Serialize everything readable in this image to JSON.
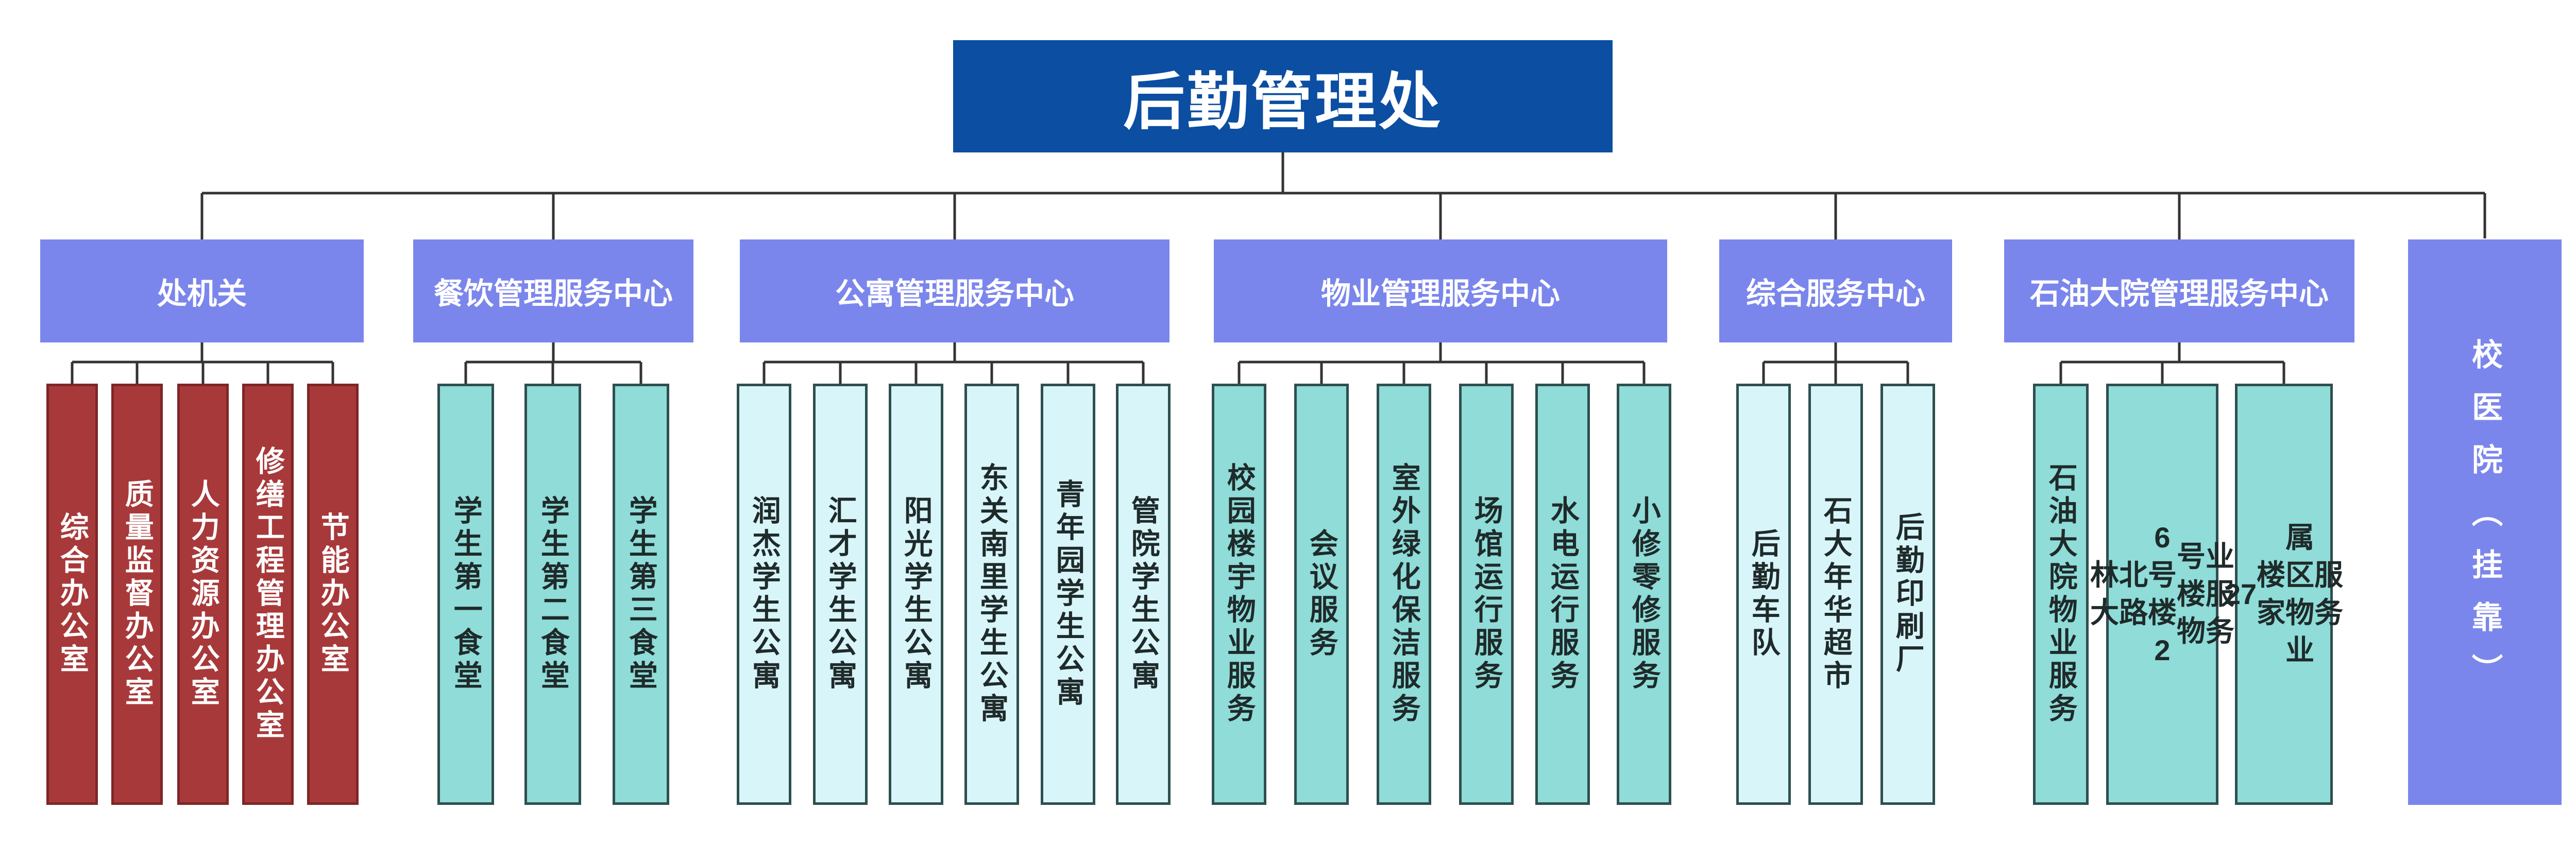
{
  "title": "后勤管理处",
  "departments": [
    {
      "name": "处机关",
      "style": "red",
      "units": [
        "综合办公室",
        "质量监督办公室",
        "人力资源办公室",
        "修缮工程管理办公室",
        "节能办公室"
      ]
    },
    {
      "name": "餐饮管理服务中心",
      "style": "teal",
      "units": [
        "学生第一食堂",
        "学生第二食堂",
        "学生第三食堂"
      ]
    },
    {
      "name": "公寓管理服务中心",
      "style": "pale",
      "units": [
        "润杰学生公寓",
        "汇才学生公寓",
        "阳光学生公寓",
        "东关南里学生公寓",
        "青年园学生公寓",
        "管院学生公寓"
      ]
    },
    {
      "name": "物业管理服务中心",
      "style": "teal",
      "units": [
        "校园楼宇物业服务",
        "会议服务",
        "室外绿化保洁服务",
        "场馆运行服务",
        "水电运行服务",
        "小修零修服务"
      ]
    },
    {
      "name": "综合服务中心",
      "style": "pale",
      "units": [
        "后勤车队",
        "石大年华超市",
        "后勤印刷厂"
      ]
    },
    {
      "name": "石油大院管理服务中心",
      "style": "teal",
      "units": [
        "石油大院物业服务",
        "林大北路6号楼2号楼物业服务",
        "27楼家属区物业服务"
      ]
    },
    {
      "name": "校医院（挂靠）",
      "style": "vertical",
      "units": []
    }
  ],
  "colors": {
    "root": "#0b4ea2",
    "dept": "#7b86ec",
    "red": "#a8393a",
    "teal": "#8fdcd8",
    "pale": "#d8f5f9",
    "line": "#333333"
  }
}
